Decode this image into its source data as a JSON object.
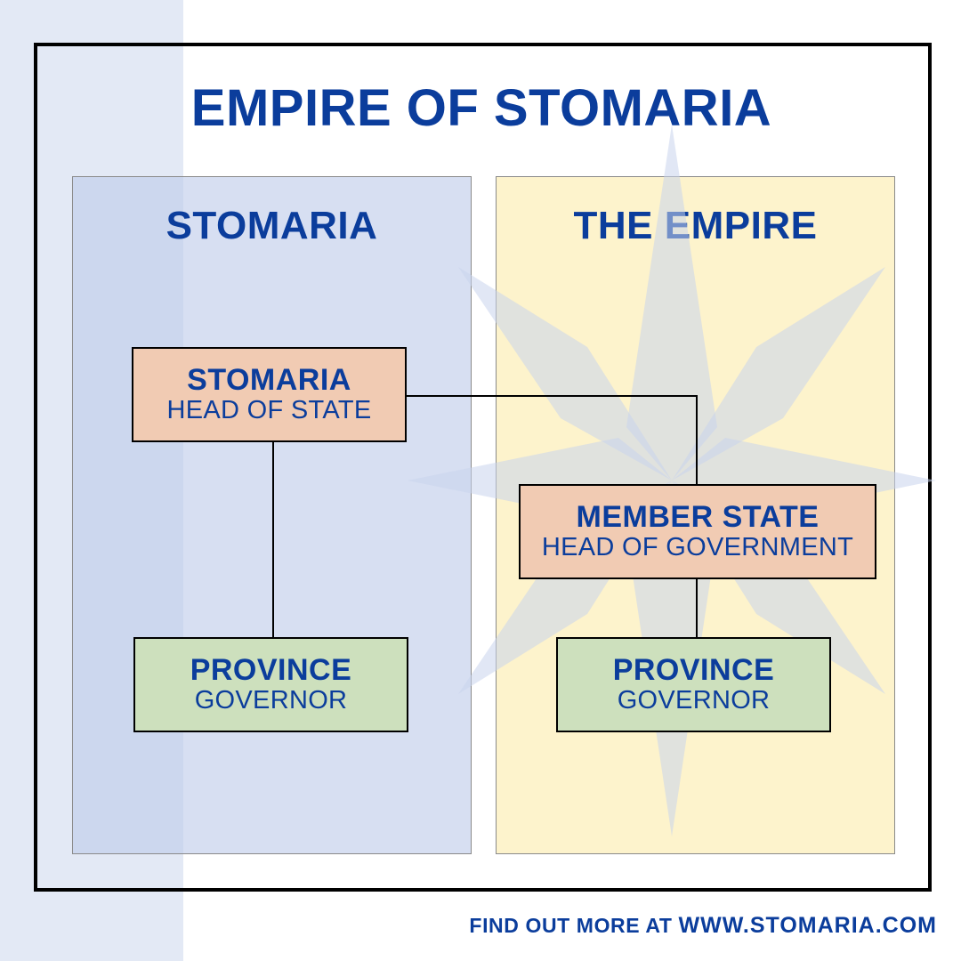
{
  "title": "EMPIRE OF STOMARIA",
  "panels": {
    "left": {
      "heading": "STOMARIA"
    },
    "right": {
      "heading": "THE EMPIRE"
    }
  },
  "boxes": {
    "stomaria_head": {
      "name": "STOMARIA",
      "role": "HEAD OF STATE"
    },
    "member_state_head": {
      "name": "MEMBER STATE",
      "role": "HEAD OF GOVERNMENT"
    },
    "left_province": {
      "name": "PROVINCE",
      "role": "GOVERNOR"
    },
    "right_province": {
      "name": "PROVINCE",
      "role": "GOVERNOR"
    }
  },
  "footer": {
    "prefix": "FIND OUT MORE AT",
    "url": "WWW.STOMARIA.COM"
  },
  "colors": {
    "text_blue": "#0b3d9c",
    "left_panel": "#d3dcef",
    "right_panel": "#fbf0c6",
    "box_orange": "#f1cbb3",
    "box_green": "#cde0bd",
    "side_stripe": "#e3e9f5",
    "star_watermark": "#cfd8ee"
  }
}
